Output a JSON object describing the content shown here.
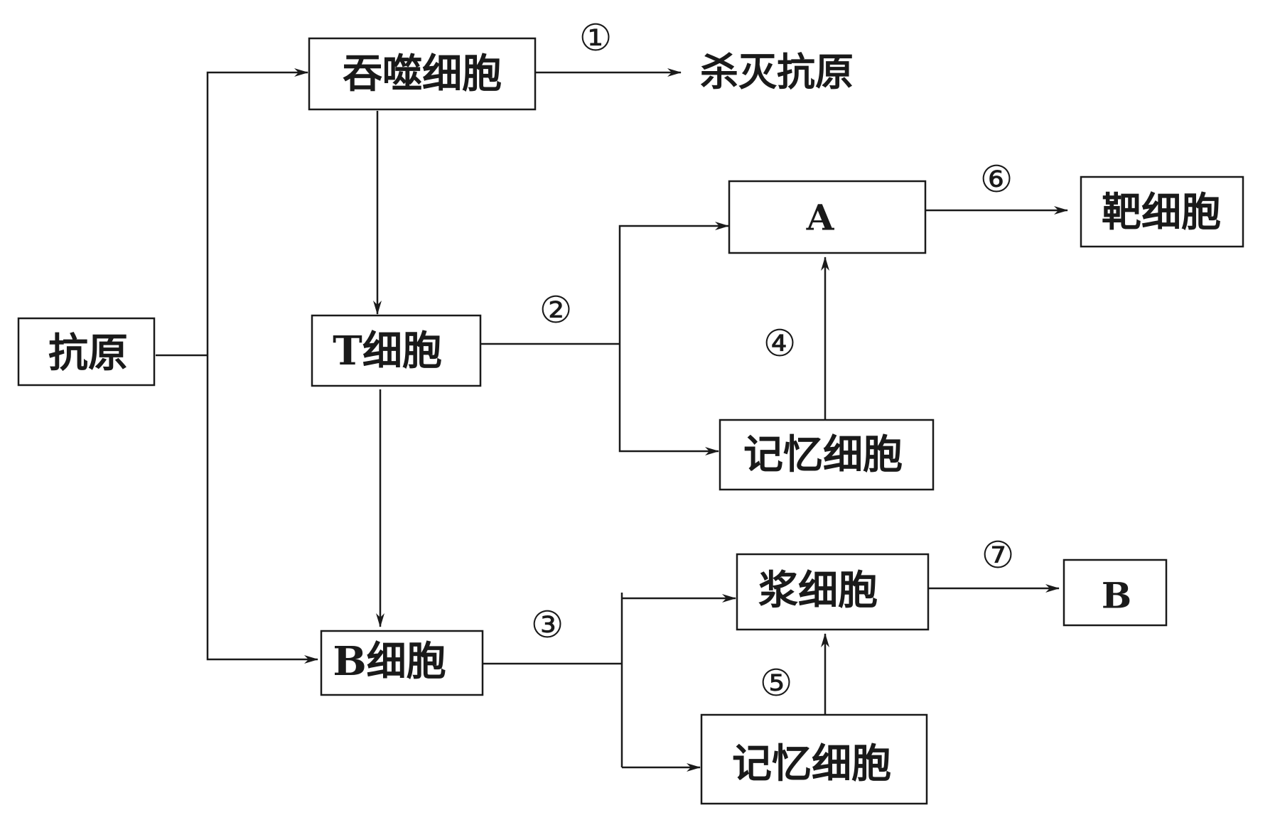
{
  "nodes": {
    "antigen": "抗原",
    "phagocyte": "吞噬细胞",
    "kill_antigen": "杀灭抗原",
    "t_cell": "T细胞",
    "b_cell": "B细胞",
    "a": "A",
    "target_cell": "靶细胞",
    "memory_cell_t": "记忆细胞",
    "plasma_cell": "浆细胞",
    "memory_cell_b": "记忆细胞",
    "b": "B"
  },
  "steps": {
    "s1": "①",
    "s2": "②",
    "s3": "③",
    "s4": "④",
    "s5": "⑤",
    "s6": "⑥",
    "s7": "⑦"
  },
  "colors": {
    "line": "#1a1a1a",
    "background": "#ffffff"
  }
}
